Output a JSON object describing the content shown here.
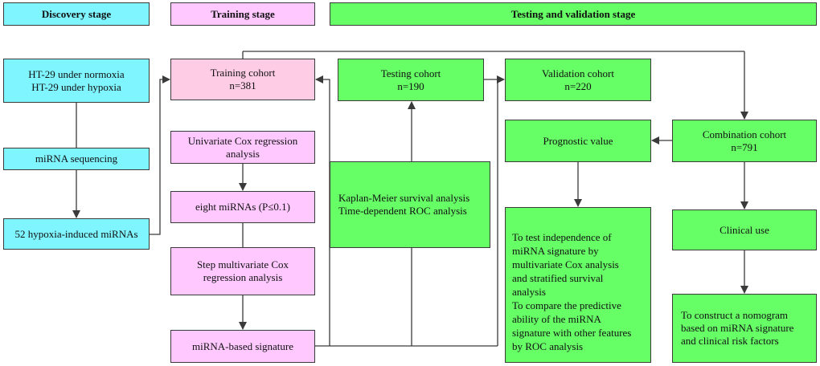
{
  "headers": {
    "discovery": "Discovery stage",
    "training": "Training stage",
    "testing_validation": "Testing and validation stage"
  },
  "discovery": {
    "cell_lines": "HT-29 under normoxia\nHT-29 under hypoxia",
    "sequencing": "miRNA sequencing",
    "hypoxia_mirnas": "52 hypoxia-induced miRNAs"
  },
  "training": {
    "cohort": "Training cohort\nn=381",
    "univariate": "Univariate Cox regression\nanalysis",
    "eight_mirnas": "eight miRNAs (P≤0.1)",
    "stepwise": "Step multivariate Cox\nregression analysis",
    "signature": "miRNA-based signature"
  },
  "testing": {
    "cohort": "Testing cohort\nn=190",
    "km_roc": "Kaplan-Meier survival analysis\nTime-dependent ROC analysis"
  },
  "validation": {
    "cohort": "Validation cohort\nn=220",
    "prognostic": "Prognostic value",
    "independence": "To test independence of\nmiRNA signature by\nmultivariate Cox analysis\nand stratified survival\nanalysis\nTo compare the predictive\nability of the miRNA\nsignature with other features\nby ROC analysis"
  },
  "combination": {
    "cohort": "Combination cohort\nn=791",
    "clinical_use": "Clinical use",
    "nomogram": "To construct a nomogram\nbased on miRNA signature\nand clinical risk factors"
  },
  "colors": {
    "discovery": "#7ff5ff",
    "training": "#ffc8ff",
    "training_cohort": "#ffcce6",
    "testing_validation": "#66ff66",
    "line": "#3a3a3a"
  }
}
